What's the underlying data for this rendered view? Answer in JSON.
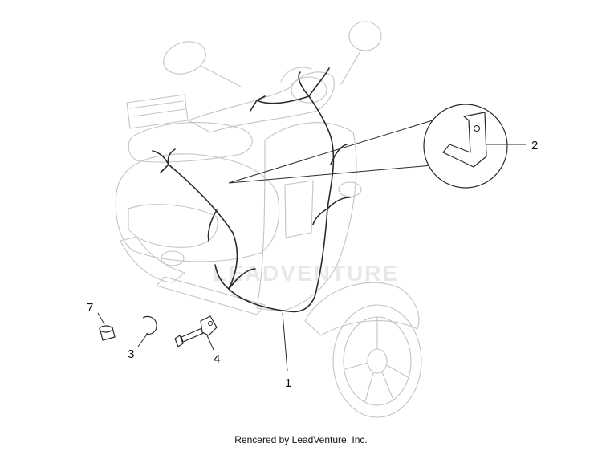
{
  "diagram": {
    "callouts": {
      "c1": "1",
      "c2": "2",
      "c3": "3",
      "c4": "4",
      "c7": "7"
    },
    "watermark": "LEADVENTURE"
  },
  "footer": {
    "credit": "Rencered by LeadVenture, Inc."
  },
  "colors": {
    "ghost_outline": "#c4c4c4",
    "harness": "#2a2a2a",
    "background": "#ffffff"
  }
}
